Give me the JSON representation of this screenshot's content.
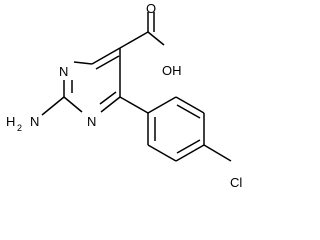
{
  "molecule": {
    "atom_labels": {
      "n1": "N",
      "n3": "N",
      "amino_n": "N",
      "amino_h": "H",
      "amino_h_count": "2",
      "carboxyl_oh": "OH",
      "carbonyl_o": "O",
      "chlorine": "Cl"
    }
  }
}
